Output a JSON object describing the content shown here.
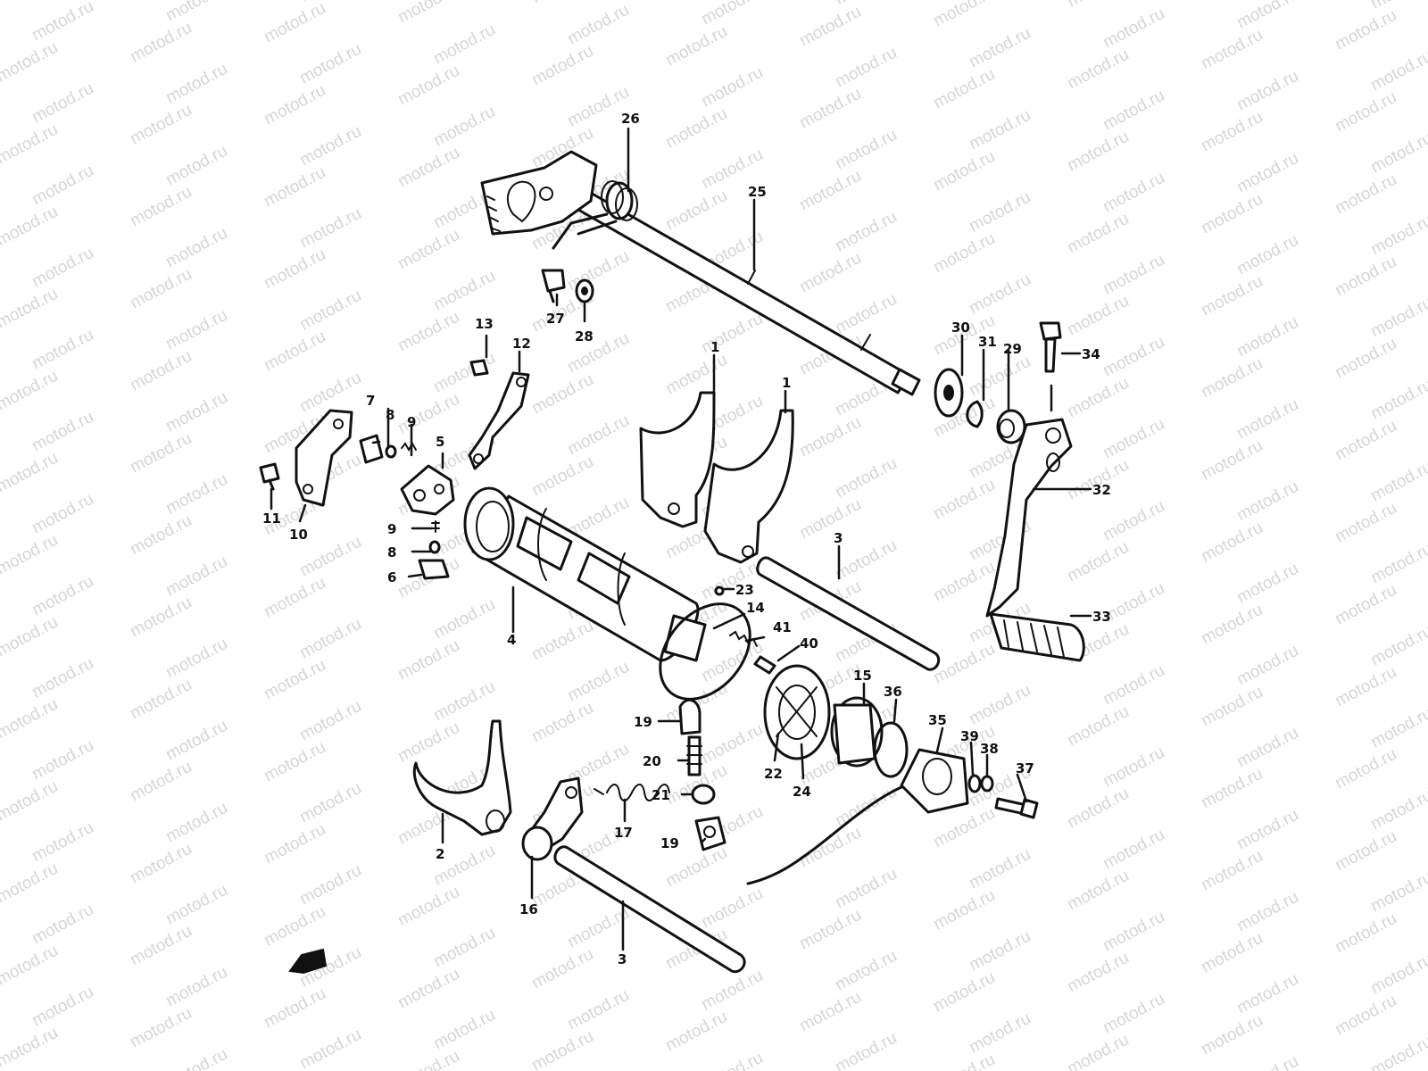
{
  "watermark": "motod.ru",
  "colors": {
    "ink": "#111111",
    "watermark": "#d6d6d6",
    "background": "#ffffff"
  },
  "callouts": {
    "c1a": "1",
    "c1b": "1",
    "c2": "2",
    "c3a": "3",
    "c3b": "3",
    "c4": "4",
    "c5": "5",
    "c6": "6",
    "c7": "7",
    "c8a": "8",
    "c8b": "8",
    "c9a": "9",
    "c9b": "9",
    "c10": "10",
    "c11": "11",
    "c12": "12",
    "c13": "13",
    "c14": "14",
    "c15": "15",
    "c16": "16",
    "c17": "17",
    "c19a": "19",
    "c19b": "19",
    "c20": "20",
    "c21": "21",
    "c22": "22",
    "c23": "23",
    "c24": "24",
    "c25": "25",
    "c26": "26",
    "c27": "27",
    "c28": "28",
    "c29": "29",
    "c30": "30",
    "c31": "31",
    "c32": "32",
    "c33": "33",
    "c34": "34",
    "c35": "35",
    "c36": "36",
    "c37": "37",
    "c38": "38",
    "c39": "39",
    "c40": "40",
    "c41": "41"
  }
}
